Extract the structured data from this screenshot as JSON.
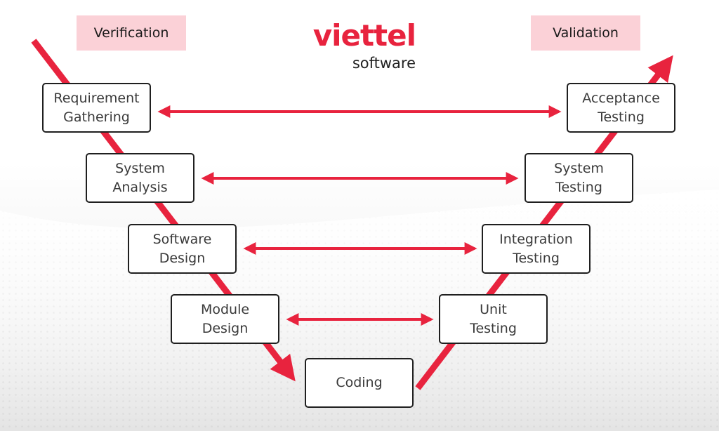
{
  "header": {
    "verification_label": "Verification",
    "validation_label": "Validation"
  },
  "logo": {
    "brand": "viettel",
    "sub": "software"
  },
  "colors": {
    "accent": "#e8233e",
    "tag_background": "#fbd1d7",
    "box_border": "#1f1f1f",
    "text": "#3a3a3a"
  },
  "stages": {
    "requirement_gathering": "Requirement\nGathering",
    "system_analysis": "System\nAnalysis",
    "software_design": "Software\nDesign",
    "module_design": "Module\nDesign",
    "coding": "Coding",
    "unit_testing": "Unit\nTesting",
    "integration_testing": "Integration\nTesting",
    "system_testing": "System\nTesting",
    "acceptance_testing": "Acceptance\nTesting"
  }
}
